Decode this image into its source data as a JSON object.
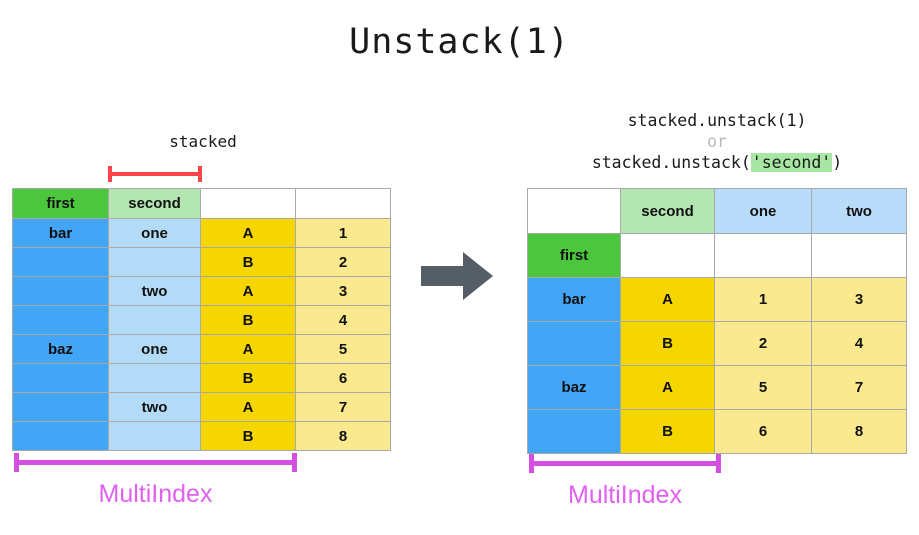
{
  "title": "Unstack(1)",
  "left": {
    "caption": "stacked",
    "bracket_label": "MultiIndex",
    "header": [
      "first",
      "second",
      "",
      ""
    ],
    "rows": [
      {
        "first": "bar",
        "second": "one",
        "letter": "A",
        "value": "1"
      },
      {
        "first": "",
        "second": "",
        "letter": "B",
        "value": "2"
      },
      {
        "first": "",
        "second": "two",
        "letter": "A",
        "value": "3"
      },
      {
        "first": "",
        "second": "",
        "letter": "B",
        "value": "4"
      },
      {
        "first": "baz",
        "second": "one",
        "letter": "A",
        "value": "5"
      },
      {
        "first": "",
        "second": "",
        "letter": "B",
        "value": "6"
      },
      {
        "first": "",
        "second": "two",
        "letter": "A",
        "value": "7"
      },
      {
        "first": "",
        "second": "",
        "letter": "B",
        "value": "8"
      }
    ]
  },
  "right": {
    "caption_line1": "stacked.unstack(1)",
    "caption_or": "or",
    "caption_line3_pre": "stacked.unstack(",
    "caption_line3_arg": "'second'",
    "caption_line3_post": ")",
    "bracket_label": "MultiIndex",
    "header_row1": [
      "",
      "second",
      "one",
      "two"
    ],
    "header_row2": [
      "first",
      "",
      "",
      ""
    ],
    "rows": [
      {
        "first": "bar",
        "letter": "A",
        "one": "1",
        "two": "3"
      },
      {
        "first": "",
        "letter": "B",
        "one": "2",
        "two": "4"
      },
      {
        "first": "baz",
        "letter": "A",
        "one": "5",
        "two": "7"
      },
      {
        "first": "",
        "letter": "B",
        "one": "6",
        "two": "8"
      }
    ]
  },
  "arrow": {
    "name": "right-arrow",
    "color": "#555d66"
  },
  "colors": {
    "green": "#4cc73d",
    "light_green": "#b3e6b0",
    "blue": "#42a5f5",
    "light_blue": "#b3dbf7",
    "gold": "#f5d600",
    "light_yellow": "#fae98e",
    "header_blue": "#b9dcfb",
    "magenta": "#d44fe0",
    "red": "#f94449",
    "gray_text": "#b9b9b9"
  }
}
